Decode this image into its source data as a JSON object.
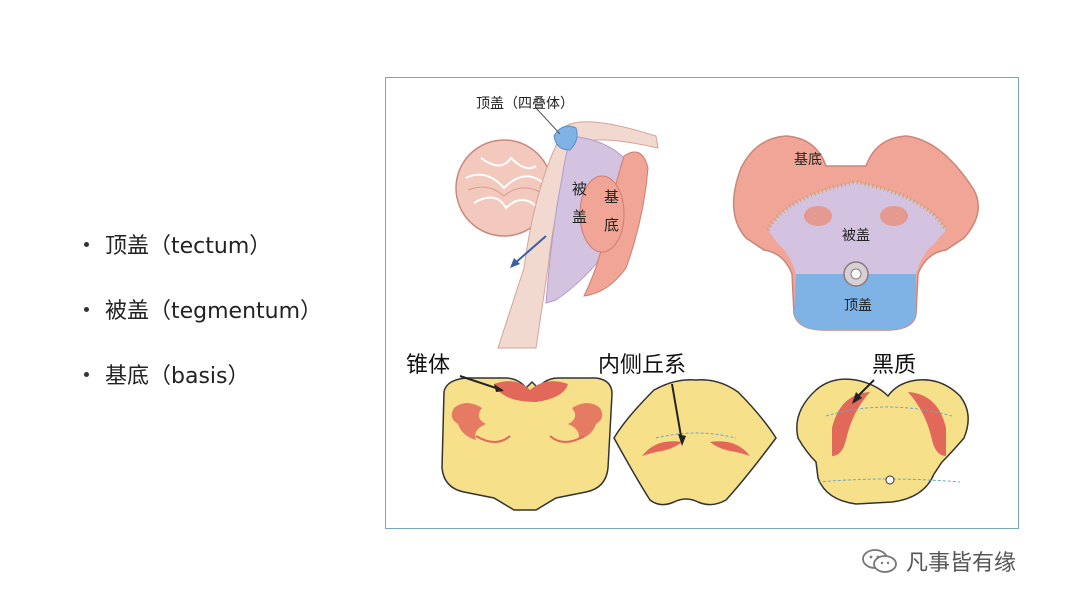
{
  "bullets": [
    {
      "text": "顶盖（tectum）"
    },
    {
      "text": "被盖（tegmentum）"
    },
    {
      "text": "基底（basis）"
    }
  ],
  "figure": {
    "sagittal": {
      "label_tectum": "顶盖（四叠体）",
      "label_tegmentum": [
        "被",
        "盖"
      ],
      "label_basis": [
        "基",
        "底"
      ]
    },
    "cross_section": {
      "label_basis": "基底",
      "label_tegmentum": "被盖",
      "label_tectum": "顶盖"
    },
    "bottom": {
      "label_pyramid": "锥体",
      "label_medial_lemniscus": "内侧丘系",
      "label_substantia_nigra": "黑质"
    }
  },
  "watermark": {
    "text": "凡事皆有缘",
    "icon": "wechat-icon"
  },
  "colors": {
    "tectum_blue": "#7fb3e6",
    "tegmentum_lavender": "#d3c3e0",
    "basis_salmon": "#f0a596",
    "section_yellow": "#f7e08a",
    "nucleus_red": "#e2685a",
    "frame": "#7aa6b8"
  }
}
